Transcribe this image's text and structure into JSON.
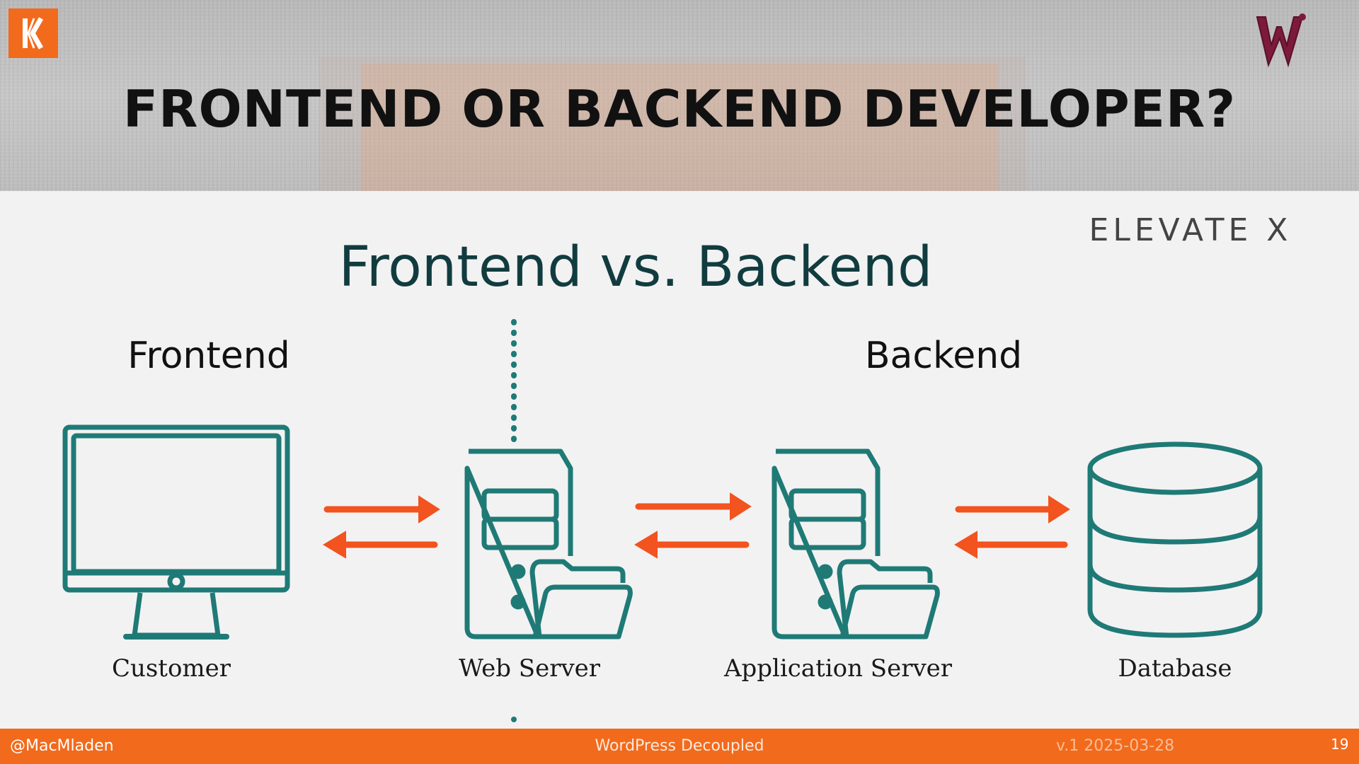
{
  "header": {
    "title": "FRONTEND OR BACKEND DEVELOPER?",
    "logo_left_letter": "K",
    "logo_right_letter": "W"
  },
  "diagram": {
    "title": "Frontend vs. Backend",
    "brand": "ELEVATE X",
    "section_frontend": "Frontend",
    "section_backend": "Backend",
    "nodes": [
      "Customer",
      "Web Server",
      "Application Server",
      "Database"
    ],
    "colors": {
      "teal": "#1f7a76",
      "arrow": "#f2531f"
    }
  },
  "footer": {
    "handle": "@MacMladen",
    "title": "WordPress Decoupled",
    "version": "v.1 2025-03-28",
    "page": "19"
  }
}
